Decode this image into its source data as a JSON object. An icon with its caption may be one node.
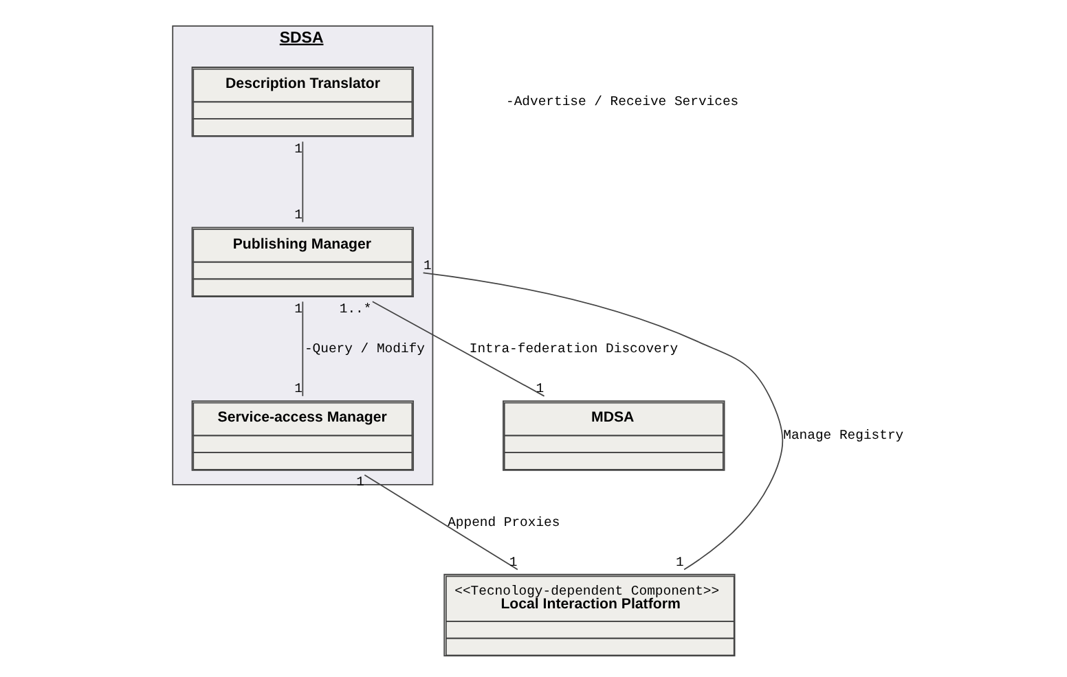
{
  "diagram": {
    "nodes": [
      {
        "text": [
          "SDSA"
        ]
      },
      {
        "text": [
          "Description Translator"
        ],
        "in": 0
      },
      {
        "text": [
          "Service-access Manager"
        ],
        "in": 0
      },
      {
        "text": [
          "Publishing Manager"
        ],
        "in": 0
      },
      {
        "text": [
          "MDSA"
        ]
      },
      {
        "text": [
          "<<Tecnology-dependent Component>>",
          "Local Interaction Platform"
        ]
      }
    ],
    "edges": [
      {
        "from": 1,
        "to": 3,
        "arrow": "none"
      },
      {
        "from": 3,
        "to": 2,
        "arrow": "none",
        "label": "-Query / Modify"
      },
      {
        "from": 2,
        "to": 5,
        "arrow": "none",
        "label": "Append Proxies"
      },
      {
        "from": 3,
        "to": 4,
        "arrow": "none",
        "label": "Intra-federation Discovery"
      },
      {
        "from": 3,
        "to": 5,
        "arrow": "none",
        "label": "Manage Registry"
      }
    ],
    "labels": [
      "1",
      "1",
      "1",
      "1",
      "1",
      "1..*",
      "1",
      "1",
      "1",
      "-Advertise / Receive Services",
      "1"
    ]
  }
}
